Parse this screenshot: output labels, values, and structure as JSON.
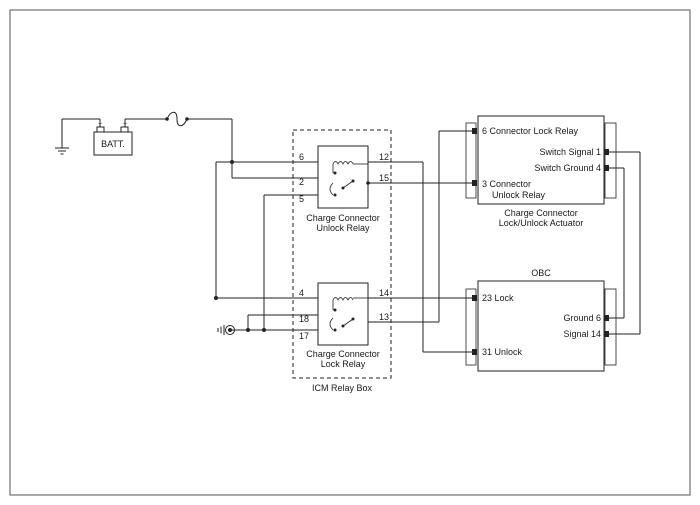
{
  "battery": {
    "label": "BATT.",
    "neg": "−",
    "pos": "+"
  },
  "relay_box": {
    "label": "ICM Relay Box"
  },
  "unlock_relay": {
    "name_line1": "Charge Connector",
    "name_line2": "Unlock Relay",
    "pins": {
      "a": "6",
      "b": "2",
      "c": "5",
      "d": "12",
      "e": "15"
    }
  },
  "lock_relay": {
    "name_line1": "Charge Connector",
    "name_line2": "Lock Relay",
    "pins": {
      "a": "4",
      "b": "18",
      "c": "17",
      "d": "14",
      "e": "13"
    }
  },
  "actuator": {
    "name_line1": "Charge Connector",
    "name_line2": "Lock/Unlock Actuator",
    "terminals": {
      "lock_relay": "6 Connector Lock Relay",
      "switch_signal": "Switch Signal 1",
      "switch_ground": "Switch Ground 4",
      "unlock_line1": "3 Connector",
      "unlock_line2": "Unlock Relay"
    }
  },
  "obc": {
    "name": "OBC",
    "terminals": {
      "lock": "23 Lock",
      "ground": "Ground 6",
      "signal": "Signal 14",
      "unlock": "31 Unlock"
    }
  }
}
